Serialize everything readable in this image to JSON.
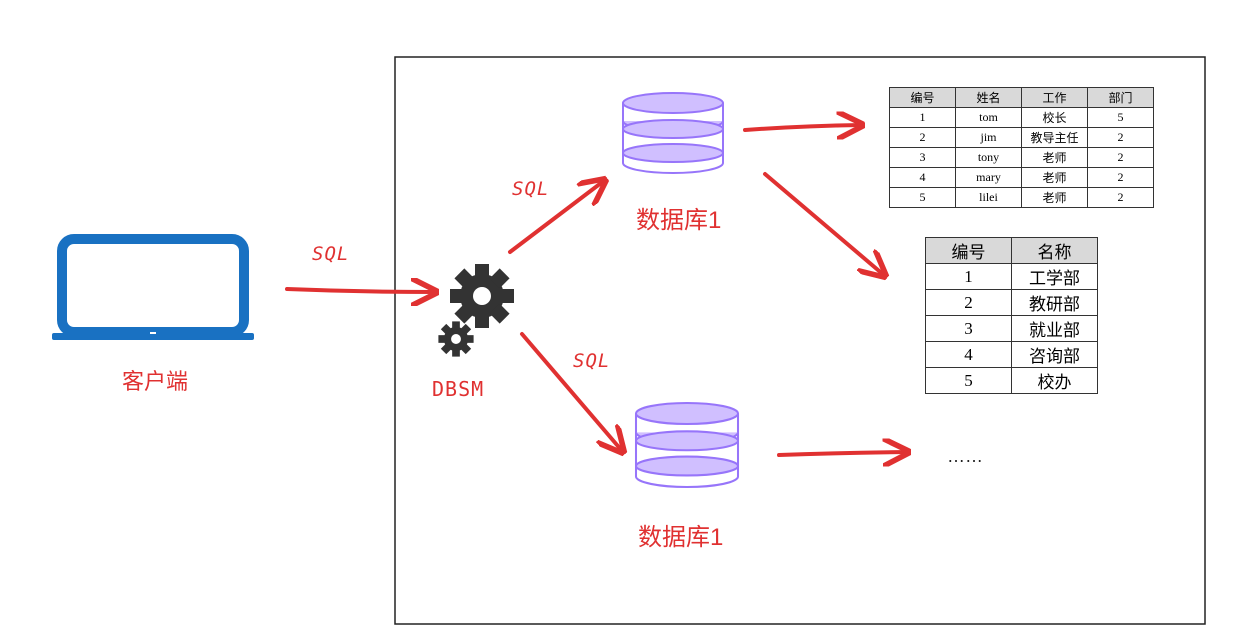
{
  "client": {
    "label": "客户端"
  },
  "dbsm": {
    "label": "DBSM"
  },
  "arrows": {
    "sql_label": "SQL"
  },
  "databases": [
    {
      "label": "数据库1"
    },
    {
      "label": "数据库1"
    }
  ],
  "employee_table": {
    "headers": [
      "编号",
      "姓名",
      "工作",
      "部门"
    ],
    "rows": [
      [
        "1",
        "tom",
        "校长",
        "5"
      ],
      [
        "2",
        "jim",
        "教导主任",
        "2"
      ],
      [
        "3",
        "tony",
        "老师",
        "2"
      ],
      [
        "4",
        "mary",
        "老师",
        "2"
      ],
      [
        "5",
        "lilei",
        "老师",
        "2"
      ]
    ]
  },
  "department_table": {
    "headers": [
      "编号",
      "名称"
    ],
    "rows": [
      [
        "1",
        "工学部"
      ],
      [
        "2",
        "教研部"
      ],
      [
        "3",
        "就业部"
      ],
      [
        "4",
        "咨询部"
      ],
      [
        "5",
        "校办"
      ]
    ]
  },
  "ellipsis": "……",
  "colors": {
    "arrow": "#e03131",
    "laptop": "#1971c2",
    "database": "#9775fa",
    "database_fill": "#d0bfff",
    "gear": "#333333"
  }
}
